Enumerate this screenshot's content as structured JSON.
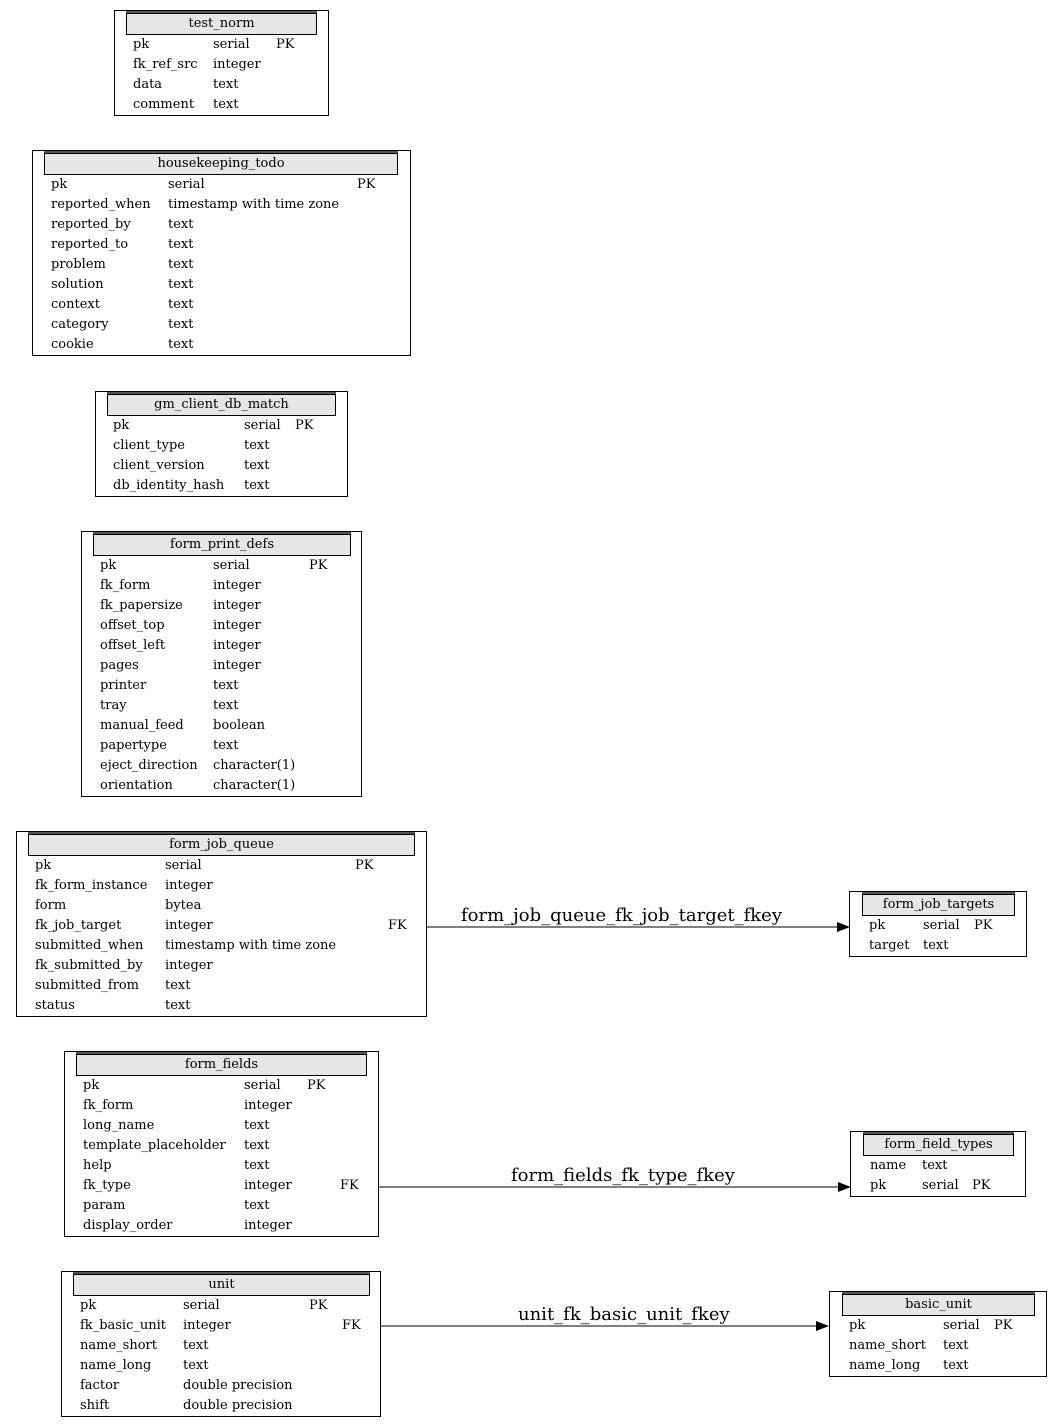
{
  "tables": [
    {
      "id": "test_norm",
      "title": "test_norm",
      "rows": [
        [
          "pk",
          "serial",
          "PK"
        ],
        [
          "fk_ref_src",
          "integer",
          ""
        ],
        [
          "data",
          "text",
          ""
        ],
        [
          "comment",
          "text",
          ""
        ]
      ]
    },
    {
      "id": "housekeeping_todo",
      "title": "housekeeping_todo",
      "rows": [
        [
          "pk",
          "serial",
          "PK"
        ],
        [
          "reported_when",
          "timestamp with time zone",
          ""
        ],
        [
          "reported_by",
          "text",
          ""
        ],
        [
          "reported_to",
          "text",
          ""
        ],
        [
          "problem",
          "text",
          ""
        ],
        [
          "solution",
          "text",
          ""
        ],
        [
          "context",
          "text",
          ""
        ],
        [
          "category",
          "text",
          ""
        ],
        [
          "cookie",
          "text",
          ""
        ]
      ]
    },
    {
      "id": "gm_client_db_match",
      "title": "gm_client_db_match",
      "rows": [
        [
          "pk",
          "serial",
          "PK"
        ],
        [
          "client_type",
          "text",
          ""
        ],
        [
          "client_version",
          "text",
          ""
        ],
        [
          "db_identity_hash",
          "text",
          ""
        ]
      ]
    },
    {
      "id": "form_print_defs",
      "title": "form_print_defs",
      "rows": [
        [
          "pk",
          "serial",
          "PK"
        ],
        [
          "fk_form",
          "integer",
          ""
        ],
        [
          "fk_papersize",
          "integer",
          ""
        ],
        [
          "offset_top",
          "integer",
          ""
        ],
        [
          "offset_left",
          "integer",
          ""
        ],
        [
          "pages",
          "integer",
          ""
        ],
        [
          "printer",
          "text",
          ""
        ],
        [
          "tray",
          "text",
          ""
        ],
        [
          "manual_feed",
          "boolean",
          ""
        ],
        [
          "papertype",
          "text",
          ""
        ],
        [
          "eject_direction",
          "character(1)",
          ""
        ],
        [
          "orientation",
          "character(1)",
          ""
        ]
      ]
    },
    {
      "id": "form_job_queue",
      "title": "form_job_queue",
      "rows": [
        [
          "pk",
          "serial",
          "PK"
        ],
        [
          "fk_form_instance",
          "integer",
          ""
        ],
        [
          "form",
          "bytea",
          ""
        ],
        [
          "fk_job_target",
          "integer",
          "FK"
        ],
        [
          "submitted_when",
          "timestamp with time zone",
          ""
        ],
        [
          "fk_submitted_by",
          "integer",
          ""
        ],
        [
          "submitted_from",
          "text",
          ""
        ],
        [
          "status",
          "text",
          ""
        ]
      ]
    },
    {
      "id": "form_job_targets",
      "title": "form_job_targets",
      "rows": [
        [
          "pk",
          "serial",
          "PK"
        ],
        [
          "target",
          "text",
          ""
        ]
      ]
    },
    {
      "id": "form_fields",
      "title": "form_fields",
      "rows": [
        [
          "pk",
          "serial",
          "PK"
        ],
        [
          "fk_form",
          "integer",
          ""
        ],
        [
          "long_name",
          "text",
          ""
        ],
        [
          "template_placeholder",
          "text",
          ""
        ],
        [
          "help",
          "text",
          ""
        ],
        [
          "fk_type",
          "integer",
          "FK"
        ],
        [
          "param",
          "text",
          ""
        ],
        [
          "display_order",
          "integer",
          ""
        ]
      ]
    },
    {
      "id": "form_field_types",
      "title": "form_field_types",
      "rows": [
        [
          "name",
          "text",
          ""
        ],
        [
          "pk",
          "serial",
          "PK"
        ]
      ]
    },
    {
      "id": "unit",
      "title": "unit",
      "rows": [
        [
          "pk",
          "serial",
          "PK"
        ],
        [
          "fk_basic_unit",
          "integer",
          "FK"
        ],
        [
          "name_short",
          "text",
          ""
        ],
        [
          "name_long",
          "text",
          ""
        ],
        [
          "factor",
          "double precision",
          ""
        ],
        [
          "shift",
          "double precision",
          ""
        ]
      ]
    },
    {
      "id": "basic_unit",
      "title": "basic_unit",
      "rows": [
        [
          "pk",
          "serial",
          "PK"
        ],
        [
          "name_short",
          "text",
          ""
        ],
        [
          "name_long",
          "text",
          ""
        ]
      ]
    }
  ],
  "edges": [
    {
      "id": "e1",
      "label": "form_job_queue_fk_job_target_fkey",
      "from": "form_job_queue",
      "to": "form_job_targets"
    },
    {
      "id": "e2",
      "label": "form_fields_fk_type_fkey",
      "from": "form_fields",
      "to": "form_field_types"
    },
    {
      "id": "e3",
      "label": "unit_fk_basic_unit_fkey",
      "from": "unit",
      "to": "basic_unit"
    }
  ]
}
